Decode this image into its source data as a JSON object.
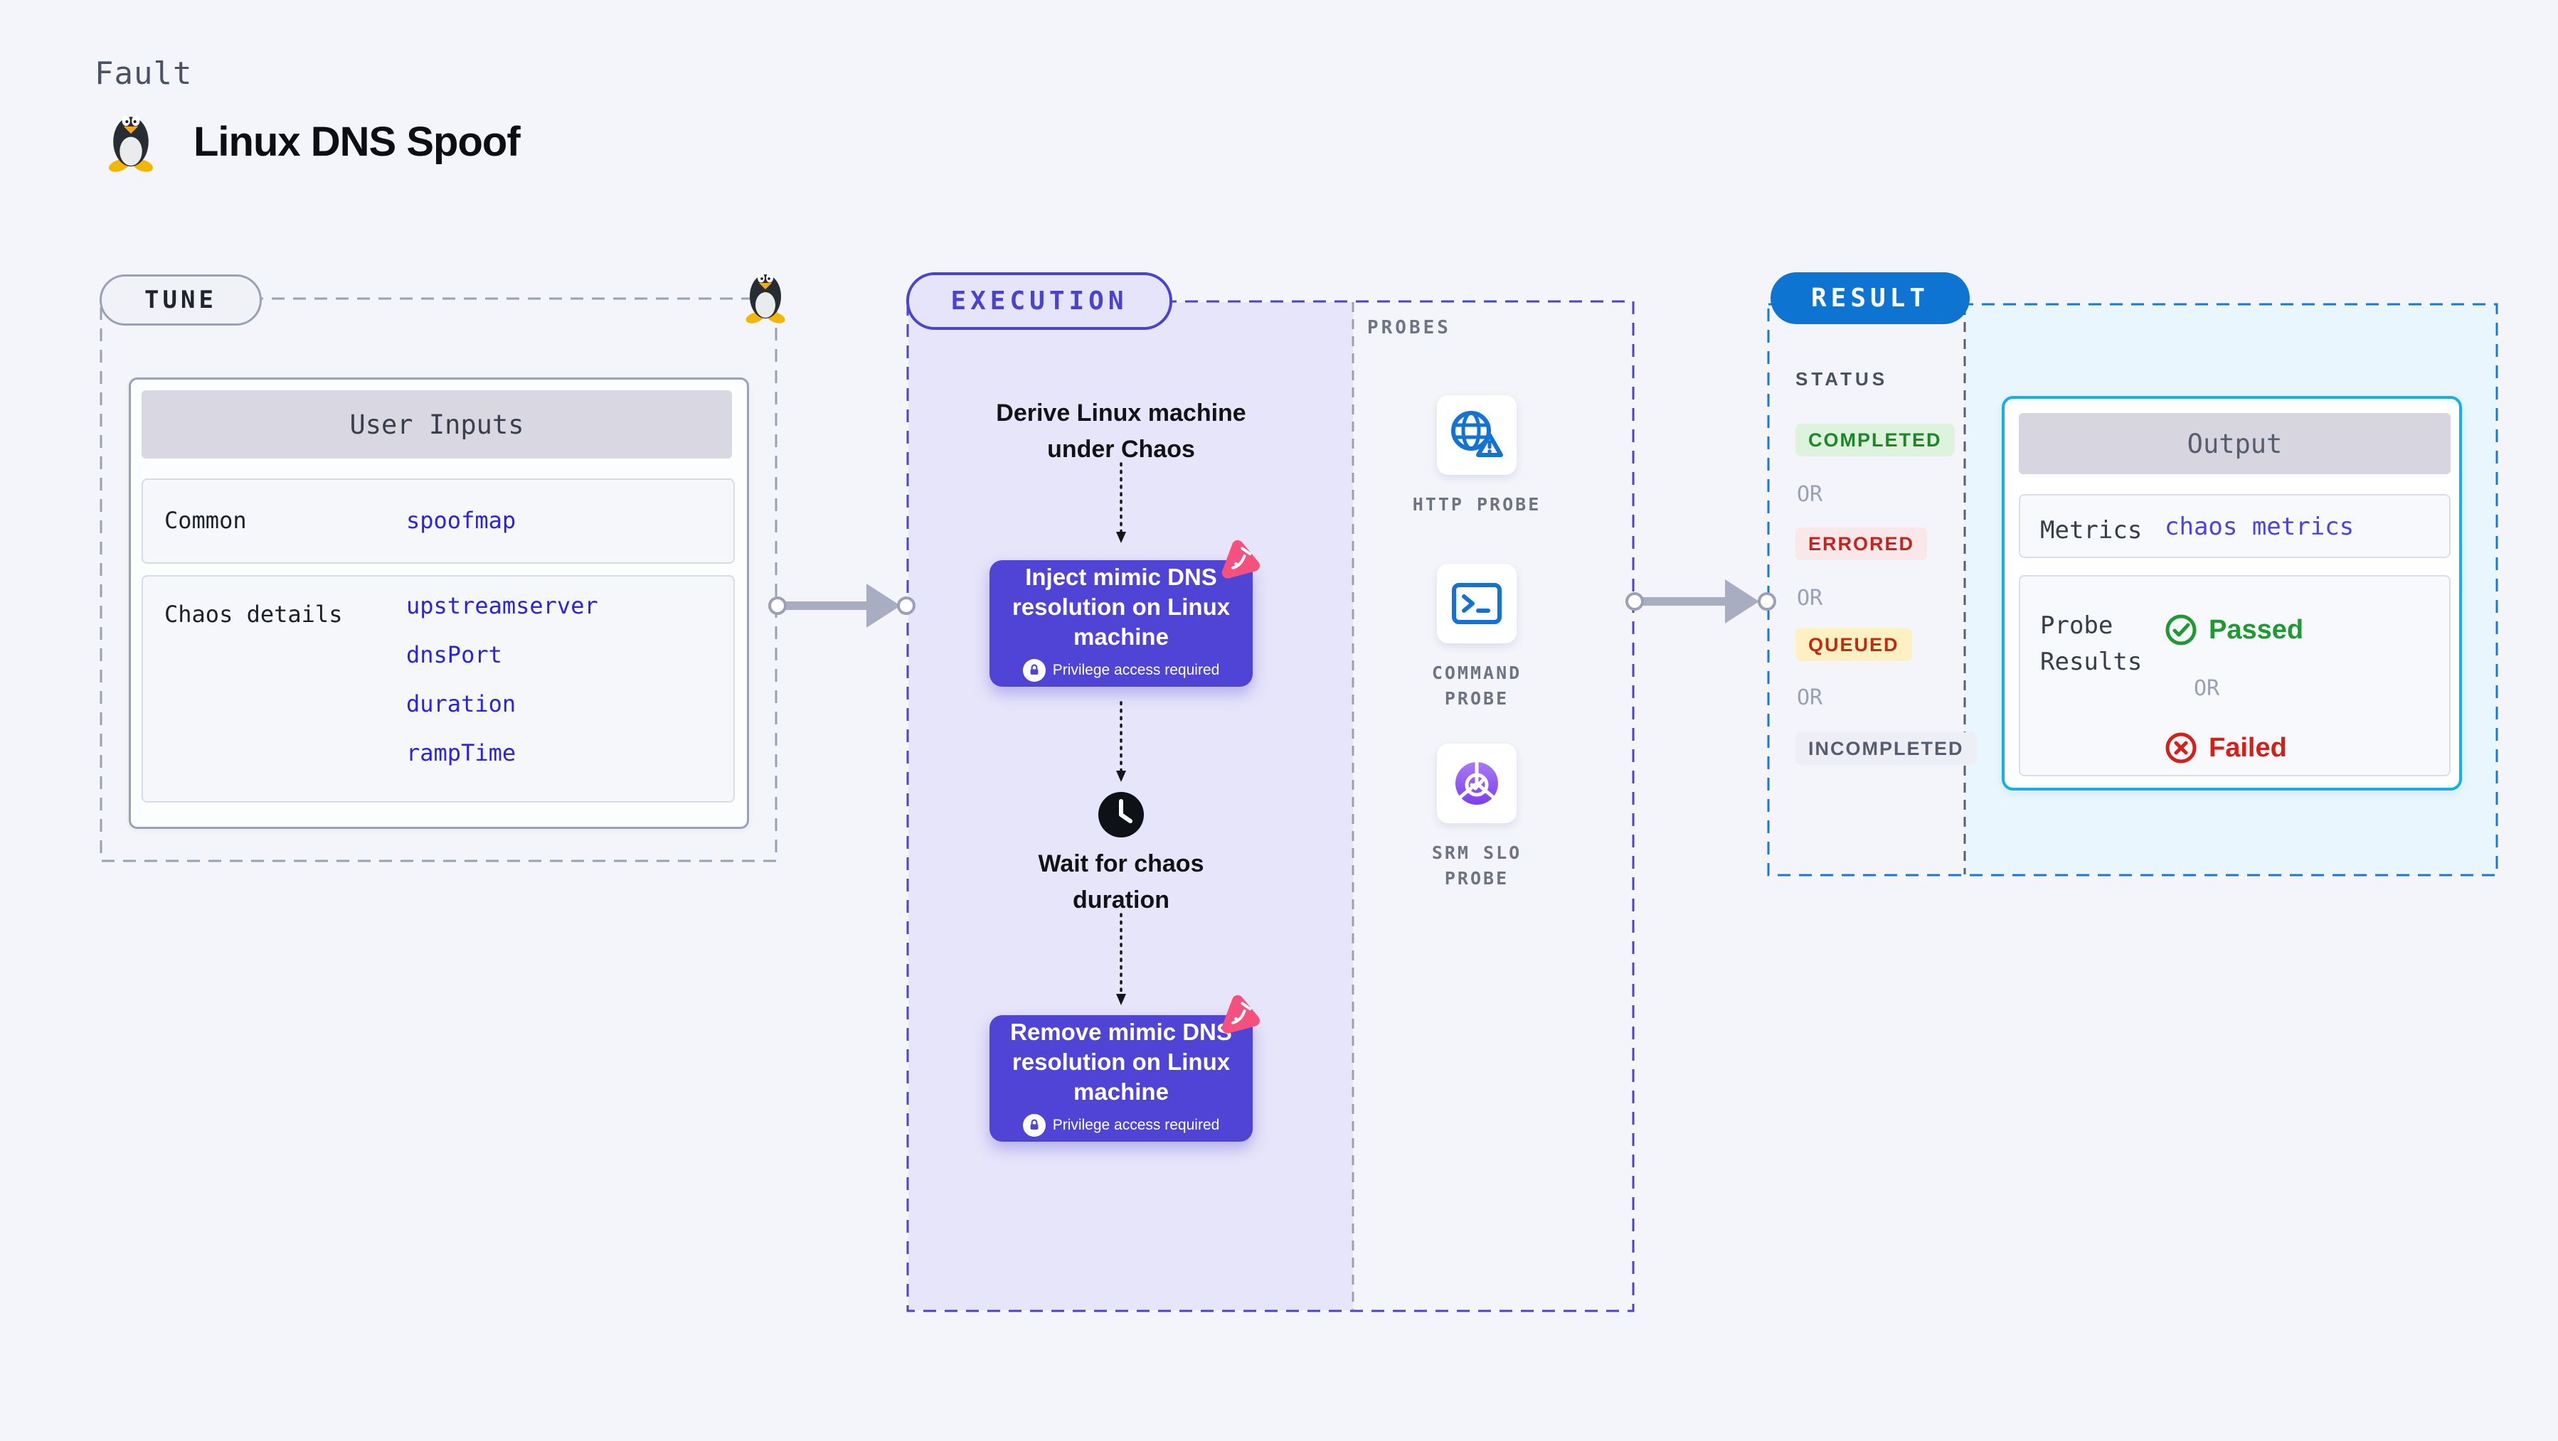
{
  "header": {
    "kicker": "Fault",
    "title": "Linux DNS Spoof"
  },
  "tune": {
    "badge": "TUNE",
    "panel_title": "User Inputs",
    "common_label": "Common",
    "common_value": "spoofmap",
    "chaos_label": "Chaos details",
    "chaos_values": [
      "upstreamserver",
      "dnsPort",
      "duration",
      "rampTime"
    ]
  },
  "execution": {
    "badge": "EXECUTION",
    "derive_step": "Derive Linux machine under Chaos",
    "inject_step": "Inject mimic DNS resolution on Linux machine",
    "wait_step": "Wait for chaos duration",
    "remove_step": "Remove mimic DNS resolution on Linux machine",
    "privilege_note": "Privilege access required"
  },
  "probes": {
    "heading": "PROBES",
    "items": [
      {
        "label": "HTTP PROBE",
        "icon": "globe-alert-icon"
      },
      {
        "label": "COMMAND PROBE",
        "icon": "terminal-icon"
      },
      {
        "label": "SRM SLO PROBE",
        "icon": "slo-donut-icon"
      }
    ]
  },
  "result": {
    "badge": "RESULT",
    "status_heading": "STATUS",
    "or_label": "OR",
    "statuses": [
      {
        "label": "COMPLETED",
        "text_color": "#1d8727",
        "bg_color": "#def3de"
      },
      {
        "label": "ERRORED",
        "text_color": "#c3261d",
        "bg_color": "#fae7e9"
      },
      {
        "label": "QUEUED",
        "text_color": "#bf2c11",
        "bg_color": "#fdf0c2"
      },
      {
        "label": "INCOMPLETED",
        "text_color": "#565d70",
        "bg_color": "#edeef6"
      }
    ],
    "output": {
      "title": "Output",
      "metrics_label": "Metrics",
      "metrics_value": "chaos metrics",
      "probe_results_label": "Probe Results",
      "passed_label": "Passed",
      "failed_label": "Failed"
    }
  },
  "colors": {
    "page_bg": "#f3f5fa",
    "tune_border": "#9aa2ae",
    "execution_accent": "#4b42cf",
    "execution_bg": "#e7e5f9",
    "result_accent": "#0e74d2",
    "result_bg": "#e9f6fd",
    "node_purple": "#4f44d6",
    "litmus_pink": "#f4517e",
    "value_blue": "#2b24d8",
    "metrics_blue": "#4a42e8",
    "output_border": "#16b0e8",
    "probe_icon_blue": "#1273d0",
    "passed_green": "#1f9a33",
    "failed_red": "#d32019"
  }
}
